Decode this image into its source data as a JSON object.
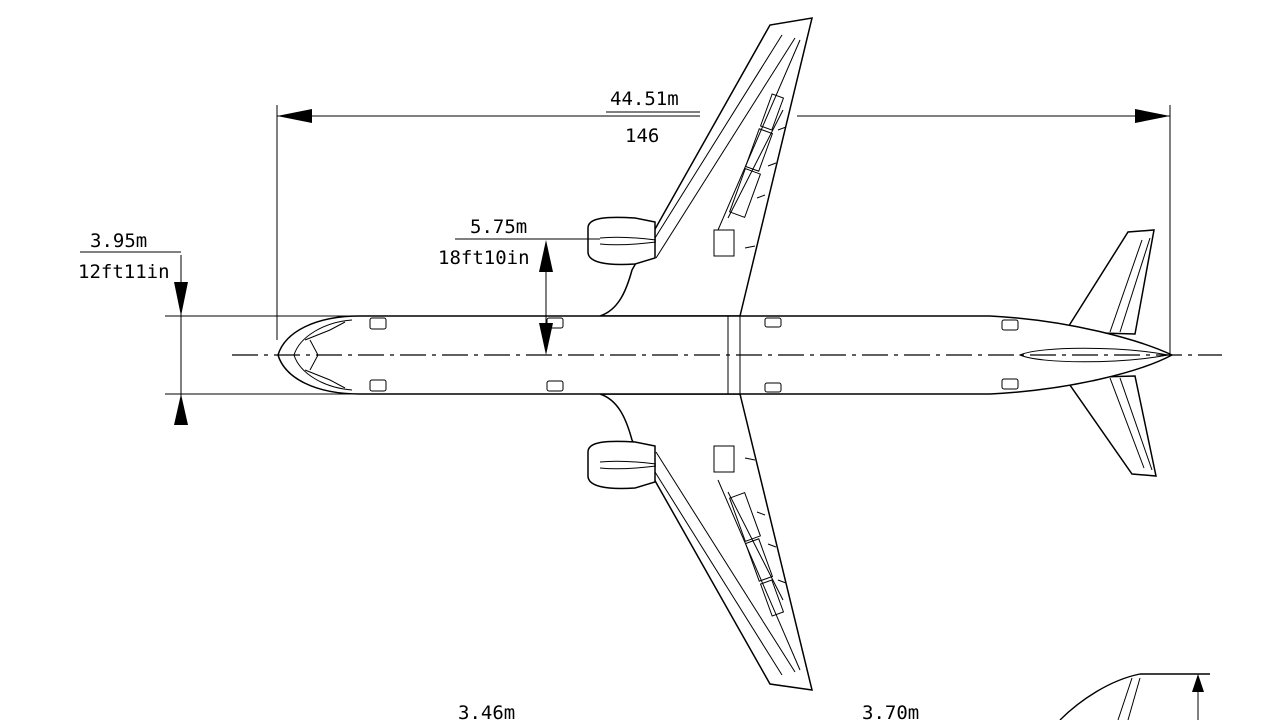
{
  "dimensions": {
    "wingspan": {
      "metric": "44.51m",
      "imperial": "146"
    },
    "fuselage_width": {
      "metric": "3.95m",
      "imperial": "12ft11in"
    },
    "engine_offset": {
      "metric": "5.75m",
      "imperial": "18ft10in"
    },
    "bottom_left": {
      "metric": "3.46m"
    },
    "bottom_right": {
      "metric": "3.70m"
    }
  }
}
